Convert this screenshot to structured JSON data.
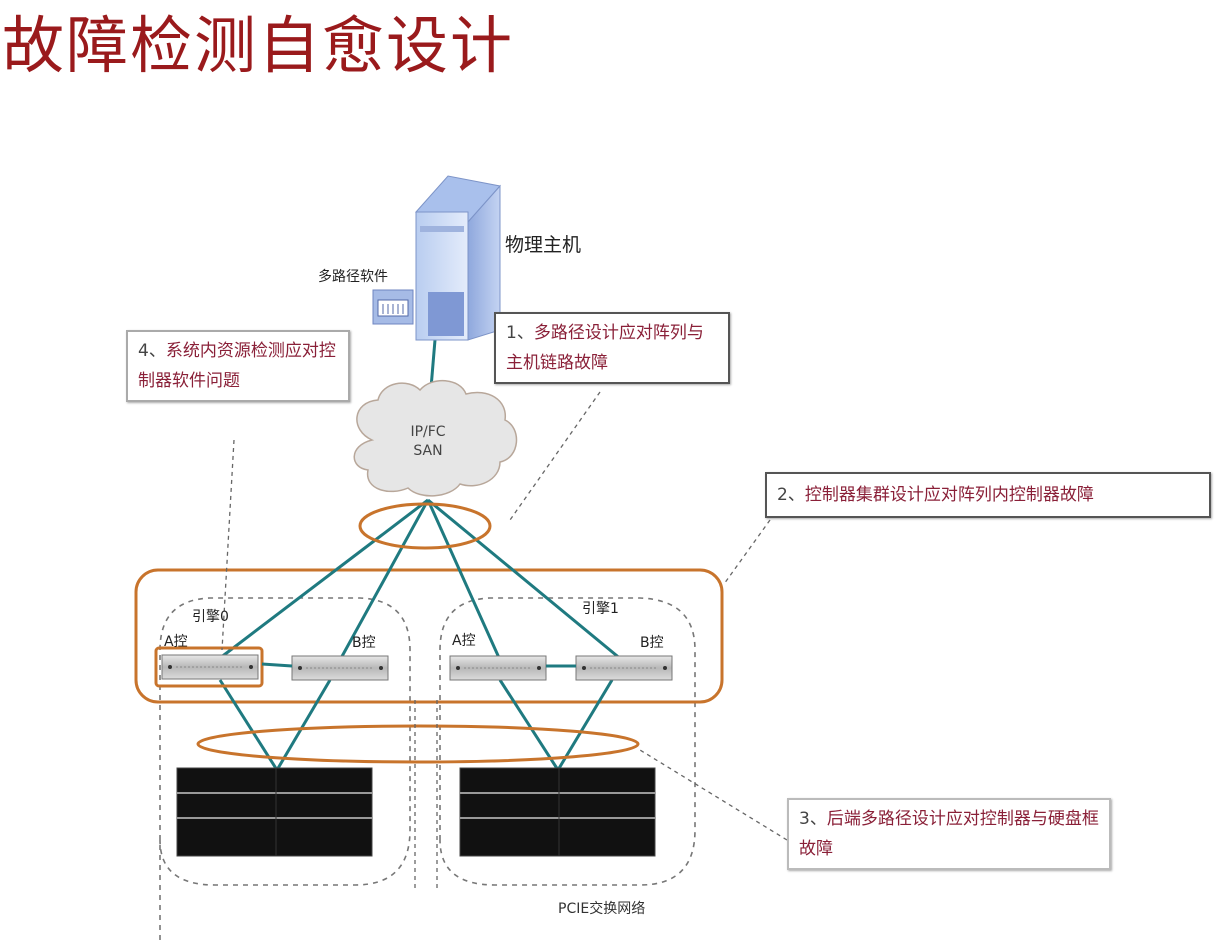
{
  "title": "故障检测自愈设计",
  "host": {
    "label": "物理主机",
    "software_label": "多路径软件"
  },
  "network": {
    "line1": "IP/FC",
    "line2": "SAN"
  },
  "engines": [
    {
      "label": "引擎0",
      "controllers": [
        "A控",
        "B控"
      ]
    },
    {
      "label": "引擎1",
      "controllers": [
        "A控",
        "B控"
      ]
    }
  ],
  "backend_label": "PCIE交换网络",
  "callouts": [
    {
      "num": "1、",
      "text": "多路径设计应对阵列与主机链路故障"
    },
    {
      "num": "2、",
      "text": "控制器集群设计应对阵列内控制器故障"
    },
    {
      "num": "3、",
      "text": "后端多路径设计应对控制器与硬盘框故障"
    },
    {
      "num": "4、",
      "text": "系统内资源检测应对控制器软件问题"
    }
  ],
  "colors": {
    "title": "#9a1a1c",
    "link": "#1f7a80",
    "highlight": "#c8742c",
    "callout_text": "#8a2038"
  }
}
